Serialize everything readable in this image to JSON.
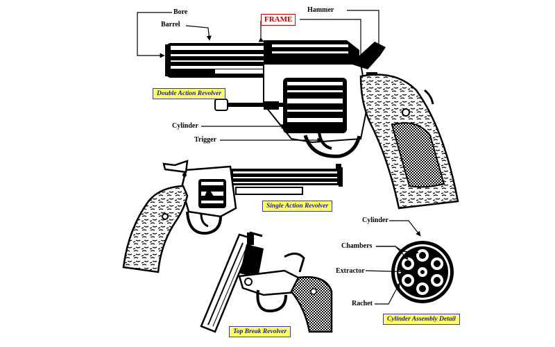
{
  "labels": {
    "bore": "Bore",
    "barrel": "Barrel",
    "frame": "FRAME",
    "hammer": "Hammer",
    "cylinder_top": "Cylinder",
    "trigger": "Trigger",
    "cylinder_detail": "Cylinder",
    "chambers": "Chambers",
    "extractor": "Extractor",
    "rachet": "Rachet"
  },
  "captions": {
    "double_action": "Double Action Revolver",
    "single_action": "Single Action Revolver",
    "top_break": "Top Break Revolver",
    "cylinder_assembly": "Cylinder Assembly Detail"
  },
  "colors": {
    "frame_text": "#c00000",
    "caption_bg": "#ffff66",
    "caption_text": "#1a1a8a",
    "caption_border": "#3a3a9a",
    "line": "#000000"
  }
}
